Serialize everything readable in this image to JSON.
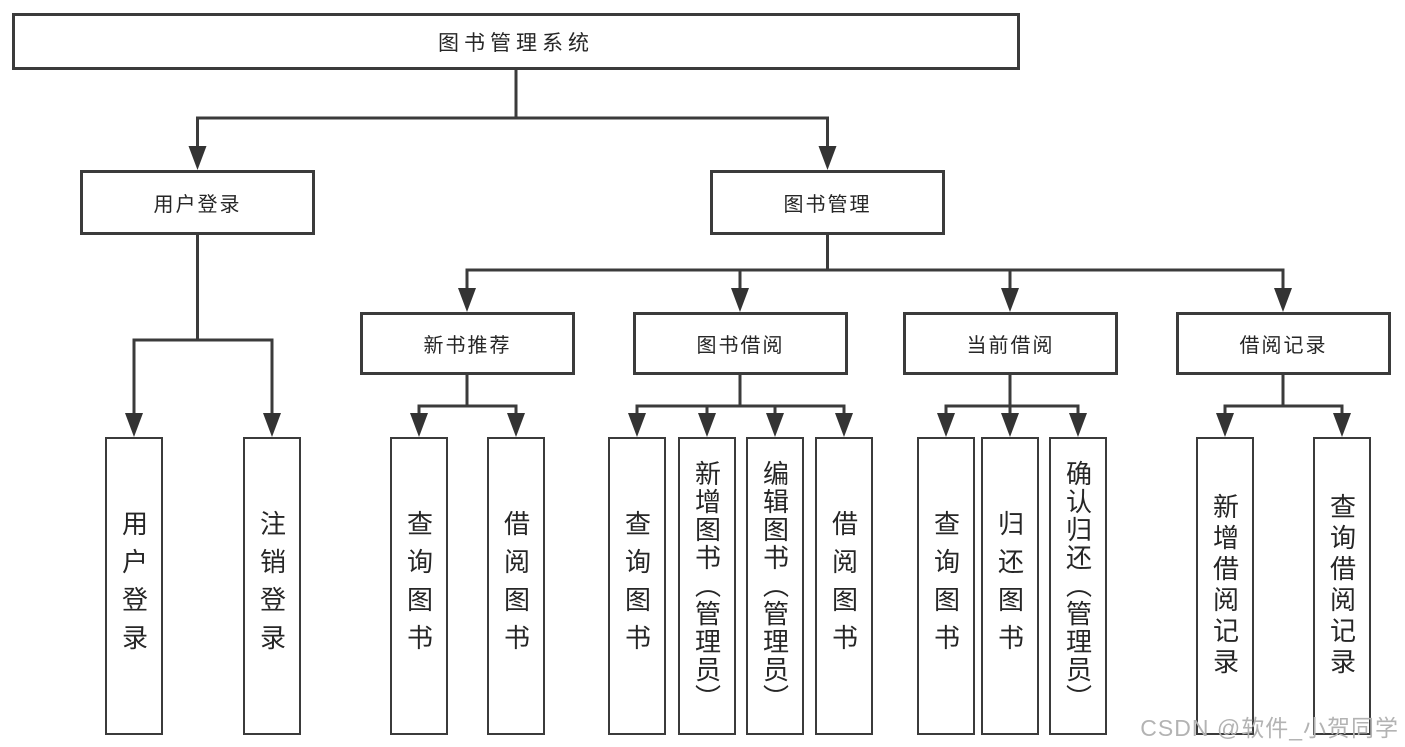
{
  "diagram": {
    "root": {
      "label": "图书管理系统"
    },
    "level2": [
      {
        "label": "用户登录"
      },
      {
        "label": "图书管理"
      }
    ],
    "level3": [
      {
        "label": "新书推荐"
      },
      {
        "label": "图书借阅"
      },
      {
        "label": "当前借阅"
      },
      {
        "label": "借阅记录"
      }
    ],
    "leaves": {
      "user_login": [
        "用户登录",
        "注销登录"
      ],
      "new_book": [
        "查询图书",
        "借阅图书"
      ],
      "book_borrow": [
        "查询图书",
        "新增图书（管理员）",
        "编辑图书（管理员）",
        "借阅图书"
      ],
      "current_borrow": [
        "查询图书",
        "归还图书",
        "确认归还（管理员）"
      ],
      "borrow_record": [
        "新增借阅记录",
        "查询借阅记录"
      ]
    },
    "colors": {
      "line": "#3b3b3b",
      "text": "#262626",
      "box_background": "#ffffff",
      "watermark": "#b3b3b3"
    },
    "watermark": "CSDN @软件_小贺同学"
  }
}
